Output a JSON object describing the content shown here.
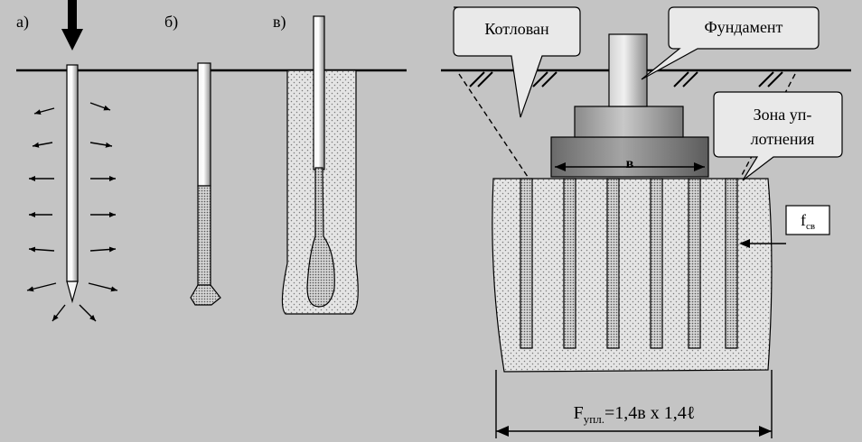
{
  "panels": {
    "a": "а)",
    "b": "б)",
    "v": "в)"
  },
  "callouts": {
    "pit": "Котлован",
    "foundation": "Фундамент",
    "zone_line1": "Зона уп-",
    "zone_line2": "лотнения"
  },
  "dimension": {
    "width_label": "в",
    "formula_main": "F",
    "formula_sub": "упл.",
    "formula_rest": "=1,4в х 1,4ℓ"
  },
  "force": {
    "main": "f",
    "sub": "св"
  },
  "colors": {
    "background": "#c4c4c4",
    "soil": "#e4e4e4",
    "dots": "#7a7a7a",
    "outline": "#000000",
    "callout_fill": "#e9e9e9"
  }
}
